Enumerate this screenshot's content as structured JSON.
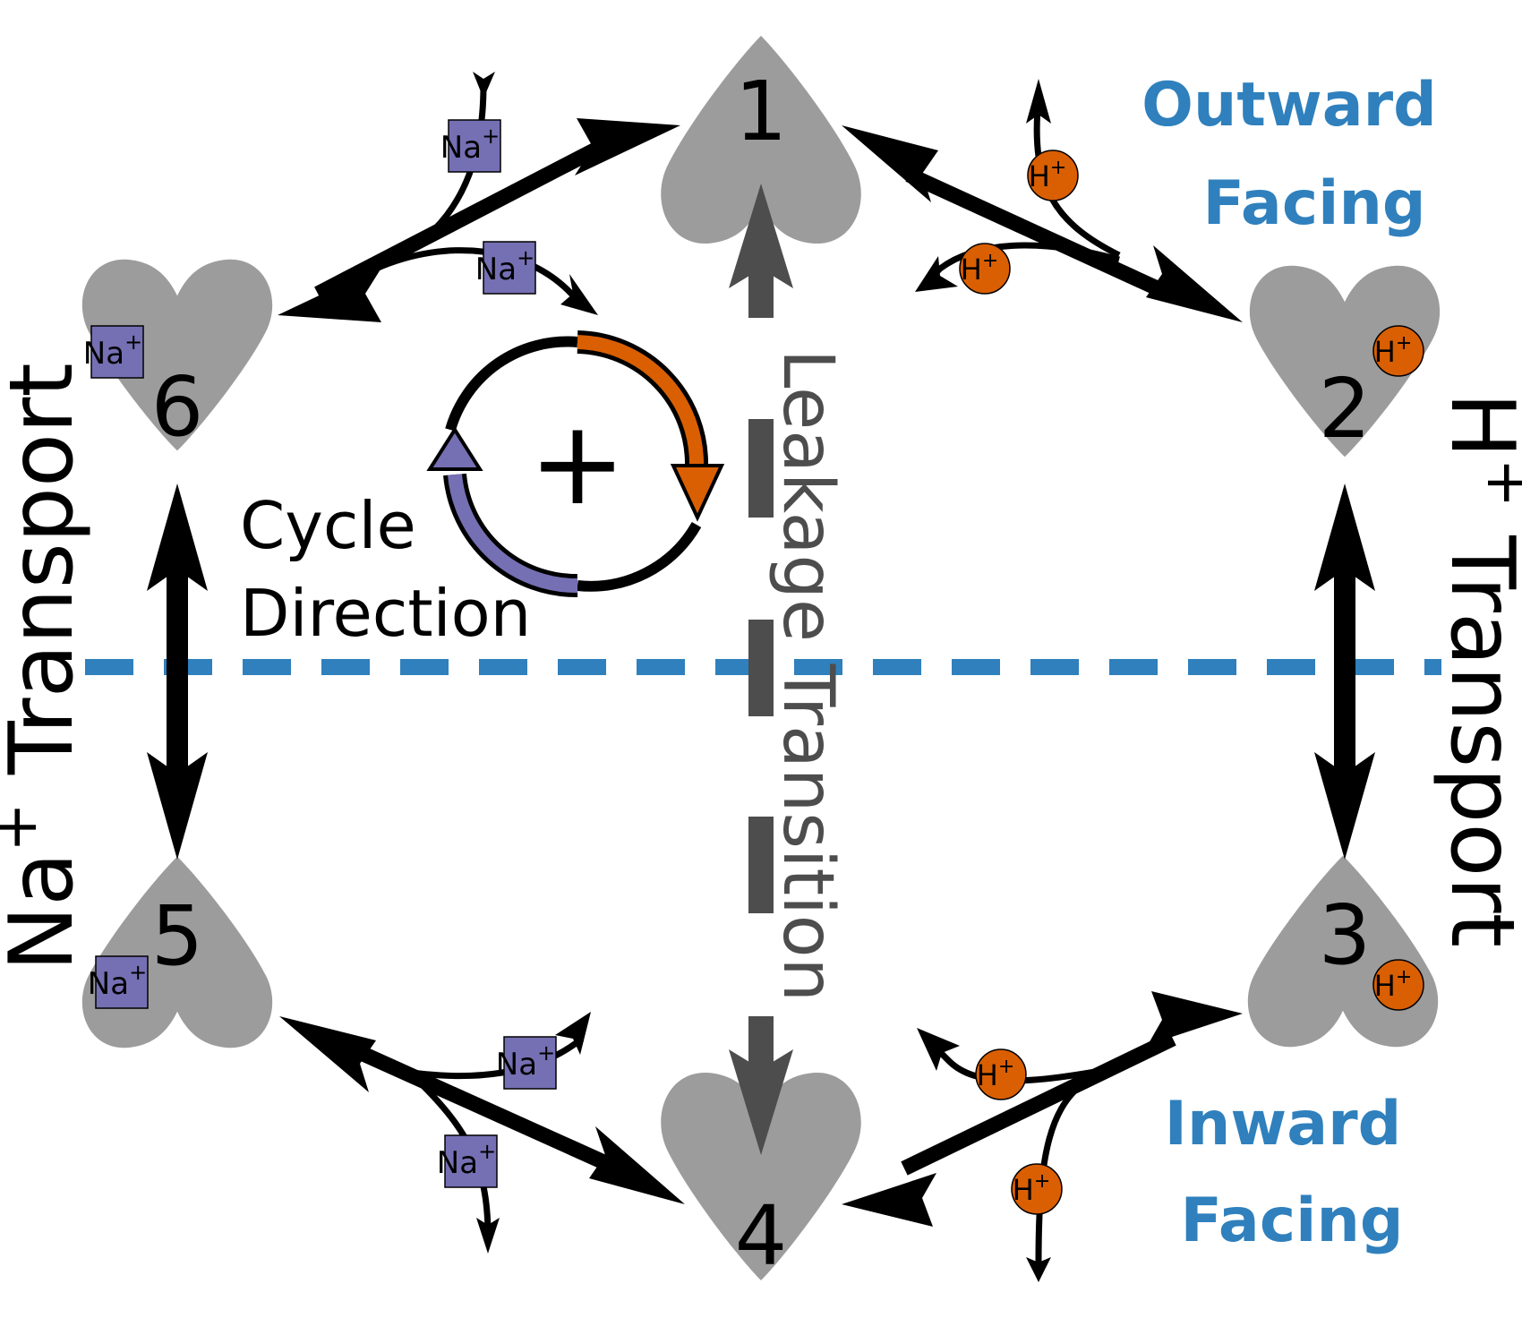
{
  "colors": {
    "state_fill": "#9c9c9c",
    "arrow": "#000000",
    "leak_arrow": "#4d4d4d",
    "membrane": "#2f80bd",
    "facing_text": "#2f80bd",
    "na": "#7570b3",
    "h": "#d95f02"
  },
  "states": [
    {
      "label": "1"
    },
    {
      "label": "2"
    },
    {
      "label": "3"
    },
    {
      "label": "4"
    },
    {
      "label": "5"
    },
    {
      "label": "6"
    }
  ],
  "ions": {
    "na": {
      "base": "Na",
      "charge": "+"
    },
    "h": {
      "base": "H",
      "charge": "+"
    }
  },
  "labels": {
    "outward_line1": "Outward",
    "outward_line2": "Facing",
    "inward_line1": "Inward",
    "inward_line2": "Facing",
    "na_transport_base": "Na",
    "na_transport_charge": "+",
    "na_transport_word": " Transport",
    "h_transport_base": "H",
    "h_transport_charge": "+",
    "h_transport_word": " Transport",
    "leakage": "Leakage Transition",
    "cycle_line1": "Cycle",
    "cycle_line2": "Direction",
    "cycle_sign": "+"
  }
}
